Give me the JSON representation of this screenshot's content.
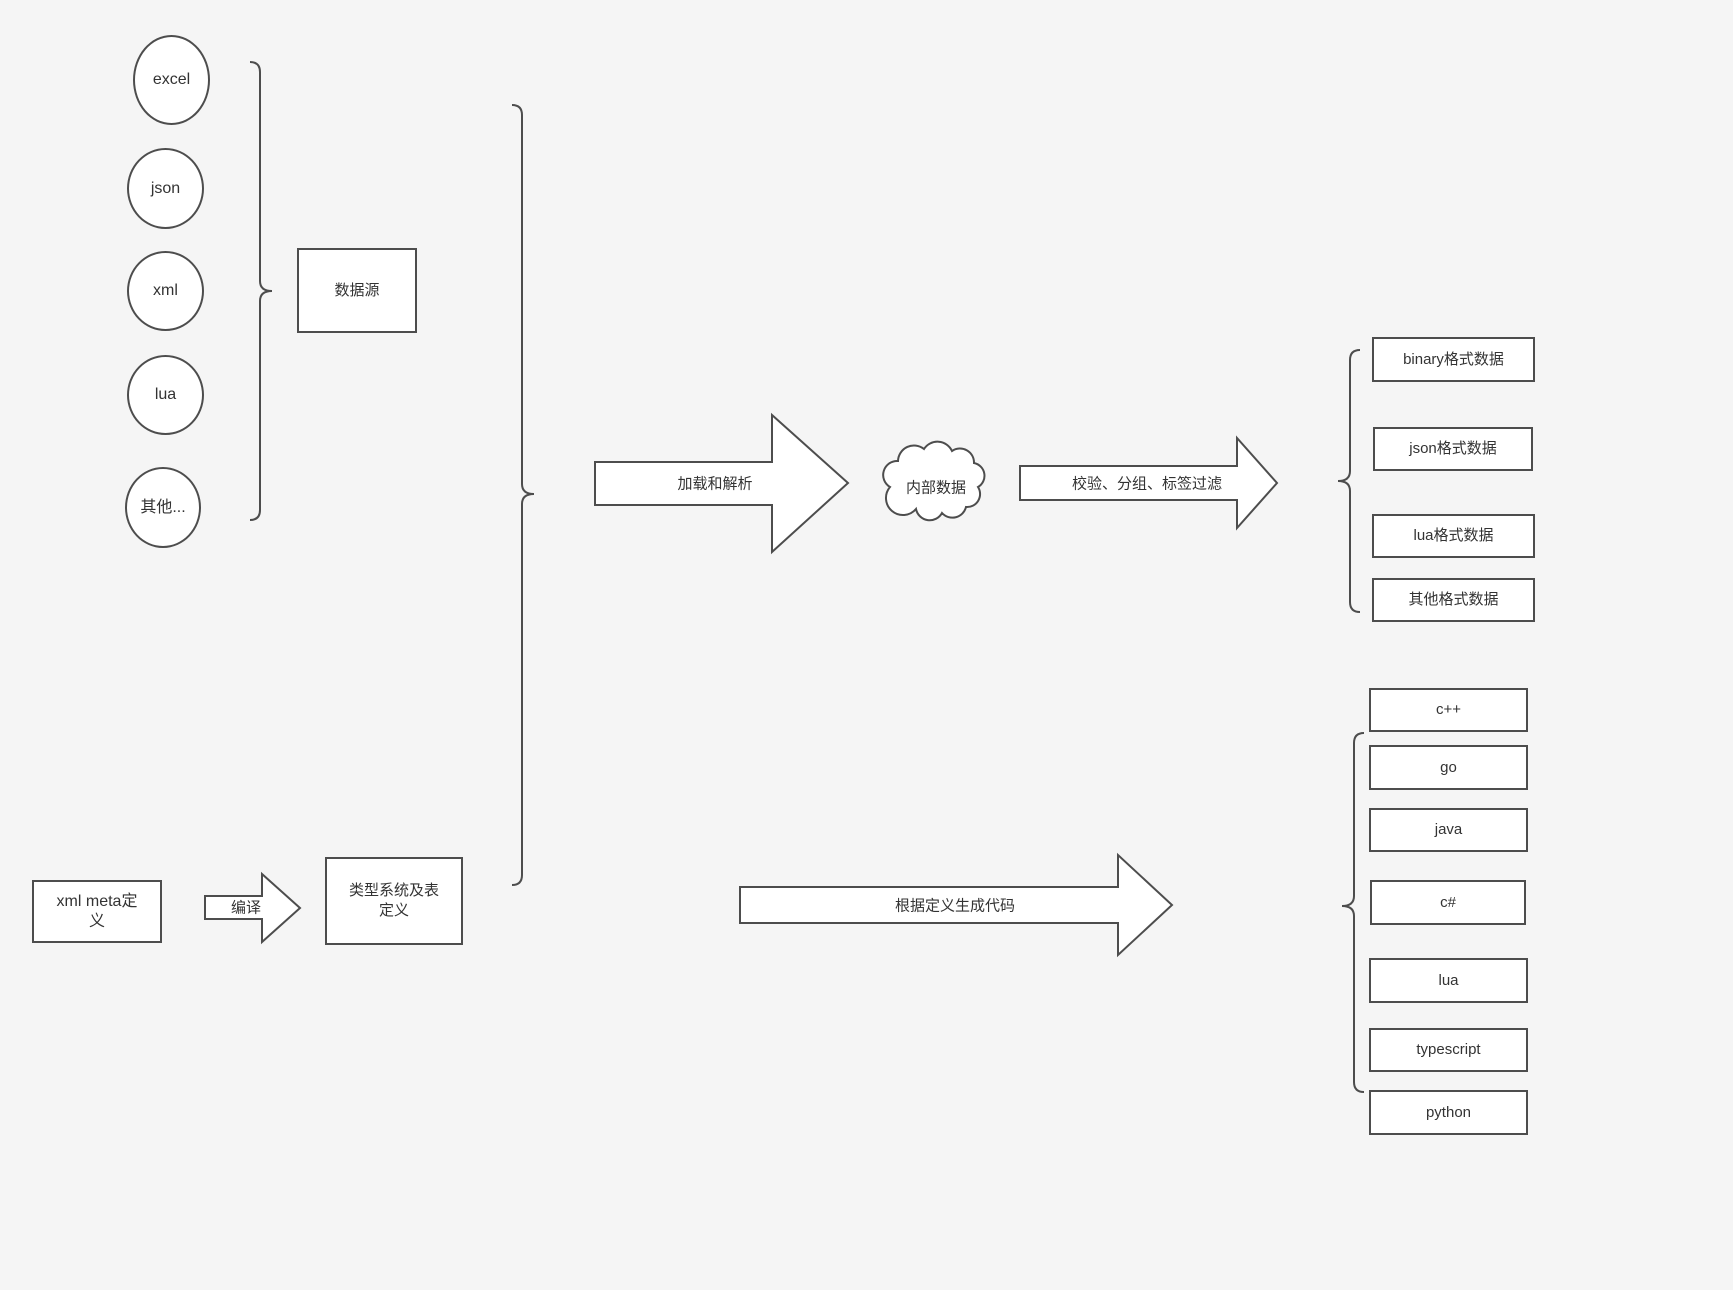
{
  "colors": {
    "background": "#f5f5f5",
    "shape_fill": "#ffffff",
    "shape_stroke": "#4d4d4d",
    "text": "#333333"
  },
  "diagram": {
    "source_nodes": [
      "excel",
      "json",
      "xml",
      "lua",
      "其他..."
    ],
    "source_group_label": "数据源",
    "load_arrow_label": "加载和解析",
    "cloud_label": "内部数据",
    "filter_arrow_label": "校验、分组、标签过滤",
    "output_nodes": [
      "binary格式数据",
      "json格式数据",
      "lua格式数据",
      "其他格式数据"
    ],
    "xml_meta_label": "xml meta定义",
    "compile_arrow_label": "编译",
    "type_system_label": "类型系统及表定义",
    "codegen_arrow_label": "根据定义生成代码",
    "language_nodes": [
      "c++",
      "go",
      "java",
      "c#",
      "lua",
      "typescript",
      "python"
    ]
  }
}
